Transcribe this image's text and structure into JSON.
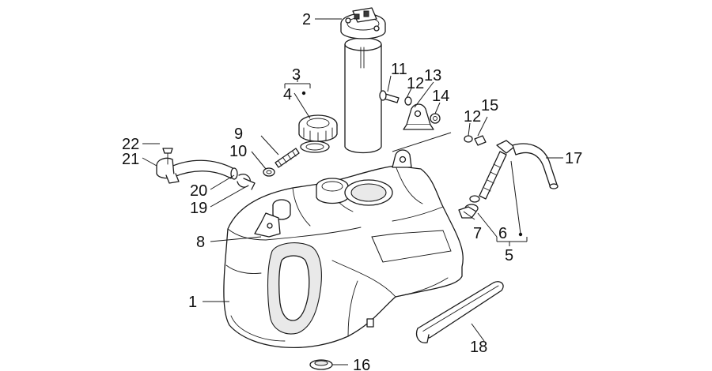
{
  "callouts": [
    {
      "id": "c1",
      "label": "1"
    },
    {
      "id": "c2",
      "label": "2"
    },
    {
      "id": "c3",
      "label": "3"
    },
    {
      "id": "c4",
      "label": "4"
    },
    {
      "id": "c5",
      "label": "5"
    },
    {
      "id": "c6",
      "label": "6"
    },
    {
      "id": "c7",
      "label": "7"
    },
    {
      "id": "c8",
      "label": "8"
    },
    {
      "id": "c9",
      "label": "9"
    },
    {
      "id": "c10",
      "label": "10"
    },
    {
      "id": "c11",
      "label": "11"
    },
    {
      "id": "c12a",
      "label": "12"
    },
    {
      "id": "c12b",
      "label": "12"
    },
    {
      "id": "c13",
      "label": "13"
    },
    {
      "id": "c14",
      "label": "14"
    },
    {
      "id": "c15",
      "label": "15"
    },
    {
      "id": "c16",
      "label": "16"
    },
    {
      "id": "c17",
      "label": "17"
    },
    {
      "id": "c18",
      "label": "18"
    },
    {
      "id": "c19",
      "label": "19"
    },
    {
      "id": "c20",
      "label": "20"
    },
    {
      "id": "c21",
      "label": "21"
    },
    {
      "id": "c22",
      "label": "22"
    }
  ]
}
